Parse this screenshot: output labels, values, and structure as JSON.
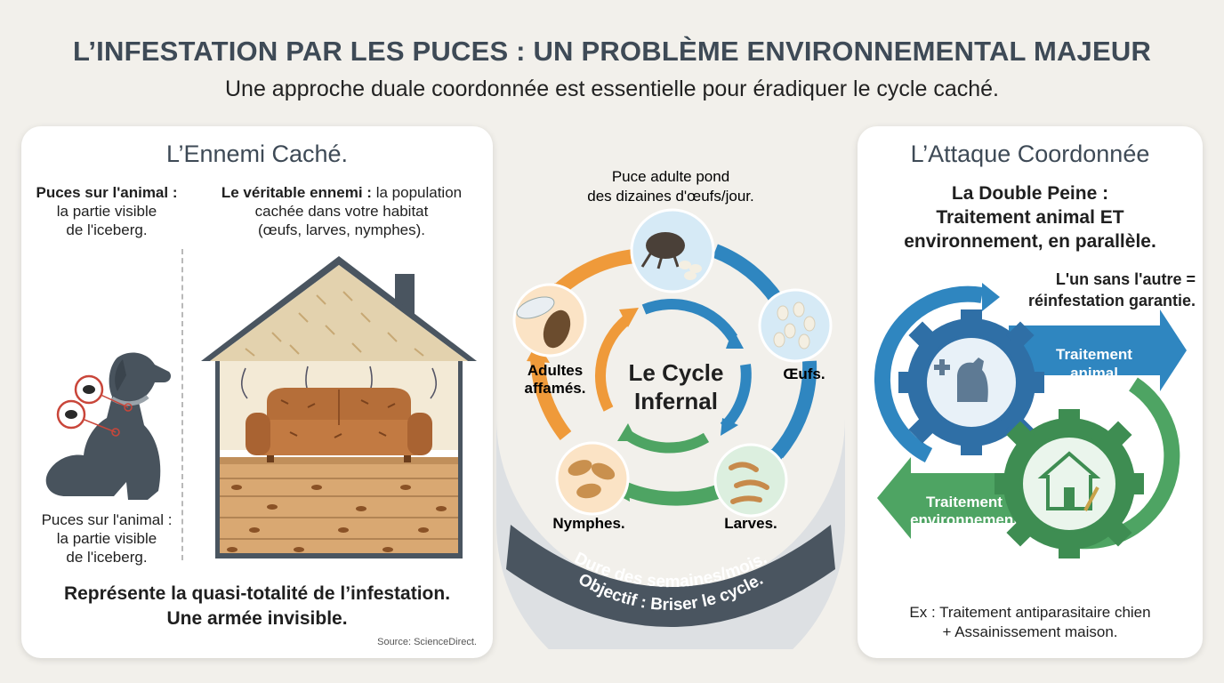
{
  "header": {
    "title": "L’INFESTATION PAR LES PUCES : UN PROBLÈME ENVIRONNEMENTAL MAJEUR",
    "subtitle": "Une approche duale coordonnée est essentielle pour éradiquer le cycle caché."
  },
  "left_panel": {
    "title": "L’Ennemi Caché.",
    "animal_label_strong": "Puces sur l'animal :",
    "animal_label_line2": "la partie visible",
    "animal_label_line3": "de l'iceberg.",
    "enemy_strong": "Le véritable ennemi :",
    "enemy_rest": " la population",
    "enemy_line2": "cachée dans votre habitat",
    "enemy_line3": "(œufs, larves, nymphes).",
    "footer_line1": "Représente la quasi-totalité de l’infestation.",
    "footer_line2": "Une armée invisible.",
    "source": "Source: ScienceDirect."
  },
  "cycle": {
    "top_caption_line1": "Puce adulte pond",
    "top_caption_line2": "des dizaines d'œufs/jour.",
    "center_line1": "Le Cycle",
    "center_line2": "Infernal",
    "stage_eggs": "Œufs.",
    "stage_larvae": "Larves.",
    "stage_nymphs": "Nymphes.",
    "stage_adults_line1": "Adultes",
    "stage_adults_line2": "affamés.",
    "banner_line1": "Dure des semaines/mois.",
    "banner_line2": "Objectif : Briser le cycle."
  },
  "right_panel": {
    "title": "L’Attaque Coordonnée",
    "heading_line1": "La Double Peine :",
    "heading_line2": "Traitement animal ET",
    "heading_line3": "environnement, en parallèle.",
    "warning_line1": "L'un sans l'autre =",
    "warning_line2": "réinfestation garantie.",
    "arrow_blue_line1": "Traitement",
    "arrow_blue_line2": "animal",
    "arrow_green_line1": "Traitement",
    "arrow_green_line2": "environnement",
    "example_line1": "Ex : Traitement antiparasitaire chien",
    "example_line2": "+ Assainissement maison."
  },
  "colors": {
    "title": "#3e4a56",
    "blue": "#2f86c0",
    "green": "#4ea463",
    "orange": "#ef9a3a",
    "brown": "#a0612f",
    "dark_gray": "#4a5560"
  }
}
